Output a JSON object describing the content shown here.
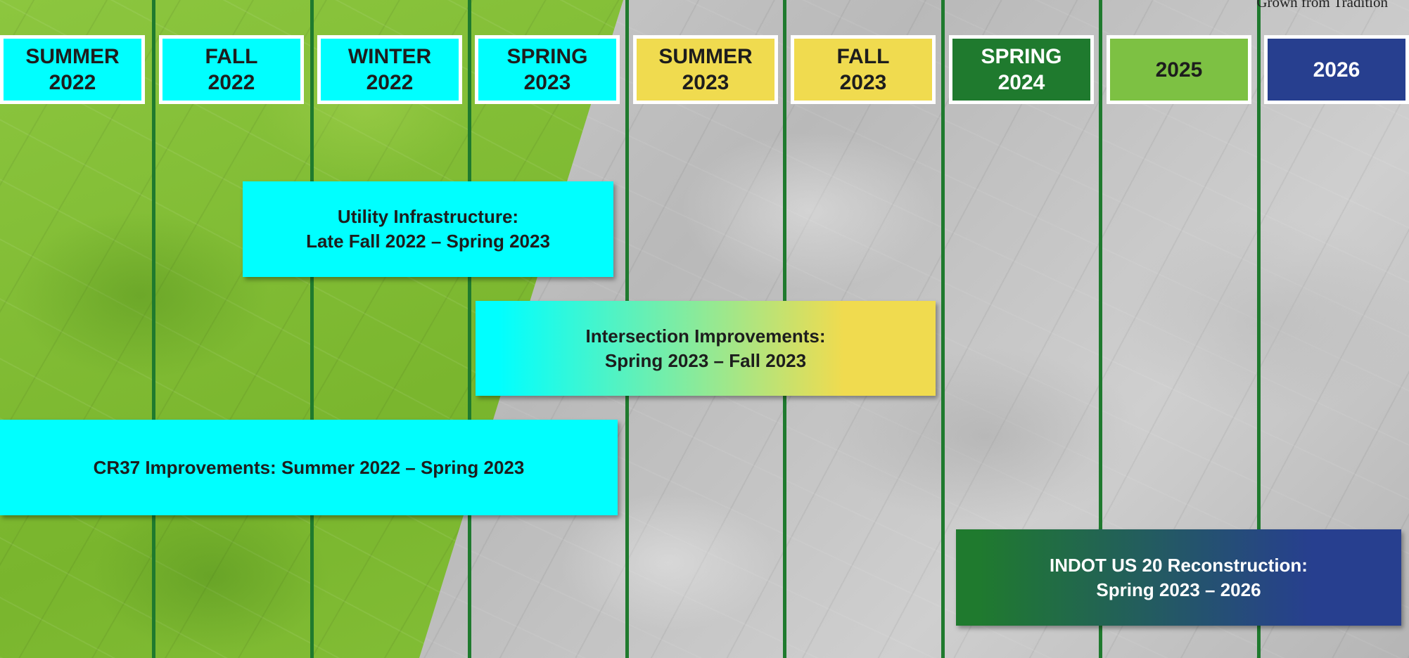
{
  "tagline": "Grown from Tradition",
  "periods": [
    {
      "line1": "SUMMER",
      "line2": "2022",
      "bg": "#00ffff",
      "fg": "#1d1d1d"
    },
    {
      "line1": "FALL",
      "line2": "2022",
      "bg": "#00ffff",
      "fg": "#1d1d1d"
    },
    {
      "line1": "WINTER",
      "line2": "2022",
      "bg": "#00ffff",
      "fg": "#1d1d1d"
    },
    {
      "line1": "SPRING",
      "line2": "2023",
      "bg": "#00ffff",
      "fg": "#1d1d1d"
    },
    {
      "line1": "SUMMER",
      "line2": "2023",
      "bg": "#f0db4f",
      "fg": "#1d1d1d"
    },
    {
      "line1": "FALL",
      "line2": "2023",
      "bg": "#f0db4f",
      "fg": "#1d1d1d"
    },
    {
      "line1": "SPRING",
      "line2": "2024",
      "bg": "#1f7a2e",
      "fg": "#ffffff"
    },
    {
      "line1": "2025",
      "line2": "",
      "bg": "#7dc143",
      "fg": "#1d1d1d"
    },
    {
      "line1": "2026",
      "line2": "",
      "bg": "#273f8f",
      "fg": "#ffffff"
    }
  ],
  "tasks": [
    {
      "line1": "Utility Infrastructure:",
      "line2": "Late Fall 2022 – Spring 2023",
      "colors": [
        "#00ffff"
      ],
      "text_color": "#1d1d1d"
    },
    {
      "line1": "Intersection Improvements:",
      "line2": "Spring 2023 – Fall 2023",
      "colors": [
        "#00ffff",
        "#f0db4f"
      ],
      "text_color": "#1d1d1d"
    },
    {
      "line1": "CR37 Improvements: Summer 2022 – Spring 2023",
      "line2": "",
      "colors": [
        "#00ffff"
      ],
      "text_color": "#1d1d1d"
    },
    {
      "line1": "INDOT US 20 Reconstruction:",
      "line2": "Spring 2023 – 2026",
      "colors": [
        "#1f7a2e",
        "#273f8f"
      ],
      "text_color": "#ffffff"
    }
  ]
}
